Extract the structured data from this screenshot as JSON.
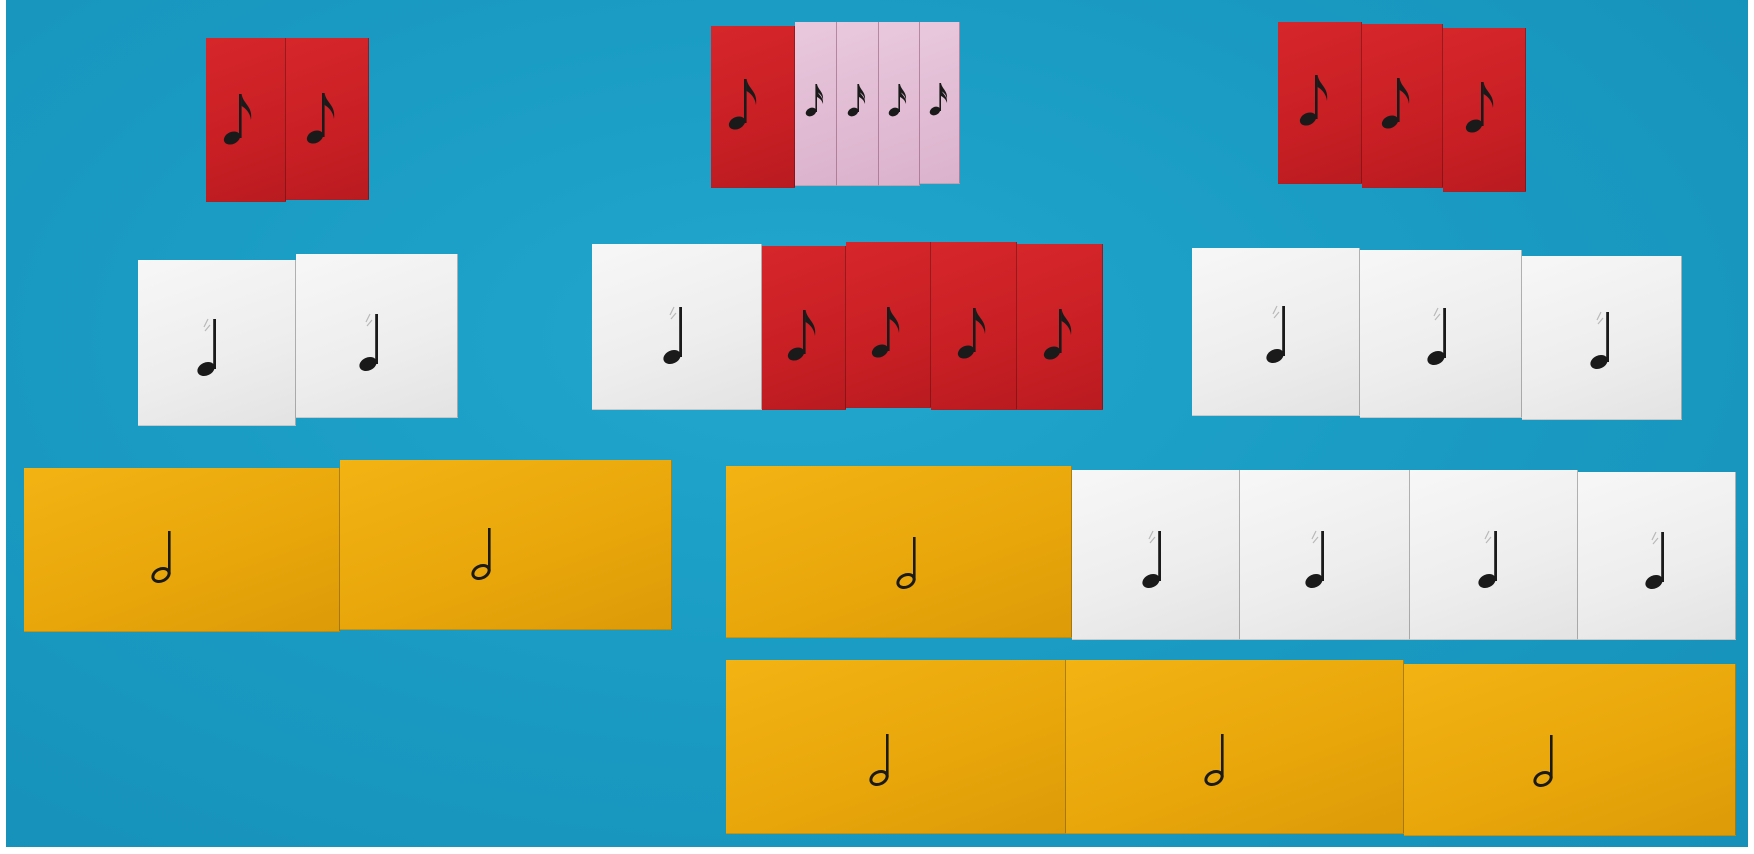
{
  "image": {
    "subject": "note-value-cards",
    "colors": {
      "background": "#1998bf",
      "red_card": "#c81f24",
      "pink_card": "#dfb8d1",
      "white_card": "#f1f1f1",
      "yellow_card": "#e8a60a",
      "note_ink": "#1a1a1a"
    },
    "groups": [
      {
        "row": 1,
        "cards": [
          "red-eighth",
          "red-eighth"
        ]
      },
      {
        "row": 1,
        "cards": [
          "red-eighth",
          "pink-sixteenth",
          "pink-sixteenth",
          "pink-sixteenth",
          "pink-sixteenth"
        ]
      },
      {
        "row": 1,
        "cards": [
          "red-eighth",
          "red-eighth",
          "red-eighth"
        ]
      },
      {
        "row": 2,
        "cards": [
          "white-quarter",
          "white-quarter"
        ]
      },
      {
        "row": 2,
        "cards": [
          "white-quarter",
          "red-eighth",
          "red-eighth",
          "red-eighth",
          "red-eighth"
        ]
      },
      {
        "row": 2,
        "cards": [
          "white-quarter",
          "white-quarter",
          "white-quarter"
        ]
      },
      {
        "row": 3,
        "cards": [
          "yellow-half",
          "yellow-half"
        ]
      },
      {
        "row": 3,
        "cards": [
          "yellow-half",
          "white-quarter",
          "white-quarter",
          "white-quarter",
          "white-quarter"
        ]
      },
      {
        "row": 4,
        "cards": [
          "yellow-half",
          "yellow-half",
          "yellow-half"
        ]
      }
    ]
  }
}
